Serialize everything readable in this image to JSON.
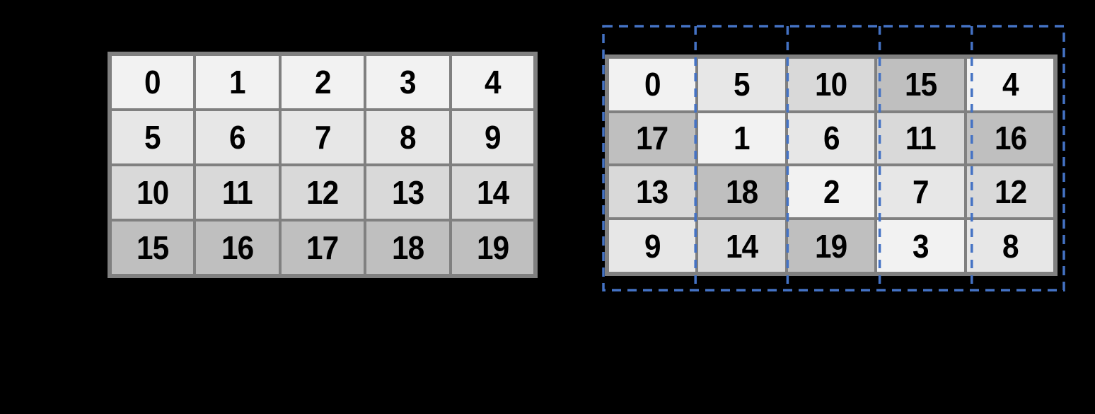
{
  "colors": {
    "background": "#000000",
    "cell_border": "#808080",
    "dash_outline": "#4472C4",
    "number_text": "#000000",
    "shade0": "#F2F2F2",
    "shade1": "#E7E7E7",
    "shade2": "#D9D9D9",
    "shade3": "#BFBFBF"
  },
  "left_table": {
    "rows": 4,
    "cols": 5,
    "cells": [
      [
        {
          "v": "0",
          "s": 0
        },
        {
          "v": "1",
          "s": 0
        },
        {
          "v": "2",
          "s": 0
        },
        {
          "v": "3",
          "s": 0
        },
        {
          "v": "4",
          "s": 0
        }
      ],
      [
        {
          "v": "5",
          "s": 1
        },
        {
          "v": "6",
          "s": 1
        },
        {
          "v": "7",
          "s": 1
        },
        {
          "v": "8",
          "s": 1
        },
        {
          "v": "9",
          "s": 1
        }
      ],
      [
        {
          "v": "10",
          "s": 2
        },
        {
          "v": "11",
          "s": 2
        },
        {
          "v": "12",
          "s": 2
        },
        {
          "v": "13",
          "s": 2
        },
        {
          "v": "14",
          "s": 2
        }
      ],
      [
        {
          "v": "15",
          "s": 3
        },
        {
          "v": "16",
          "s": 3
        },
        {
          "v": "17",
          "s": 3
        },
        {
          "v": "18",
          "s": 3
        },
        {
          "v": "19",
          "s": 3
        }
      ]
    ]
  },
  "right_table": {
    "rows": 4,
    "cols": 5,
    "cells": [
      [
        {
          "v": "0",
          "s": 0
        },
        {
          "v": "5",
          "s": 1
        },
        {
          "v": "10",
          "s": 2
        },
        {
          "v": "15",
          "s": 3
        },
        {
          "v": "4",
          "s": 0
        }
      ],
      [
        {
          "v": "17",
          "s": 3
        },
        {
          "v": "1",
          "s": 0
        },
        {
          "v": "6",
          "s": 1
        },
        {
          "v": "11",
          "s": 2
        },
        {
          "v": "16",
          "s": 3
        }
      ],
      [
        {
          "v": "13",
          "s": 2
        },
        {
          "v": "18",
          "s": 3
        },
        {
          "v": "2",
          "s": 0
        },
        {
          "v": "7",
          "s": 1
        },
        {
          "v": "12",
          "s": 2
        }
      ],
      [
        {
          "v": "9",
          "s": 1
        },
        {
          "v": "14",
          "s": 2
        },
        {
          "v": "19",
          "s": 3
        },
        {
          "v": "3",
          "s": 0
        },
        {
          "v": "8",
          "s": 1
        }
      ]
    ]
  },
  "column_highlight": {
    "count": 5,
    "style": "dashed"
  }
}
